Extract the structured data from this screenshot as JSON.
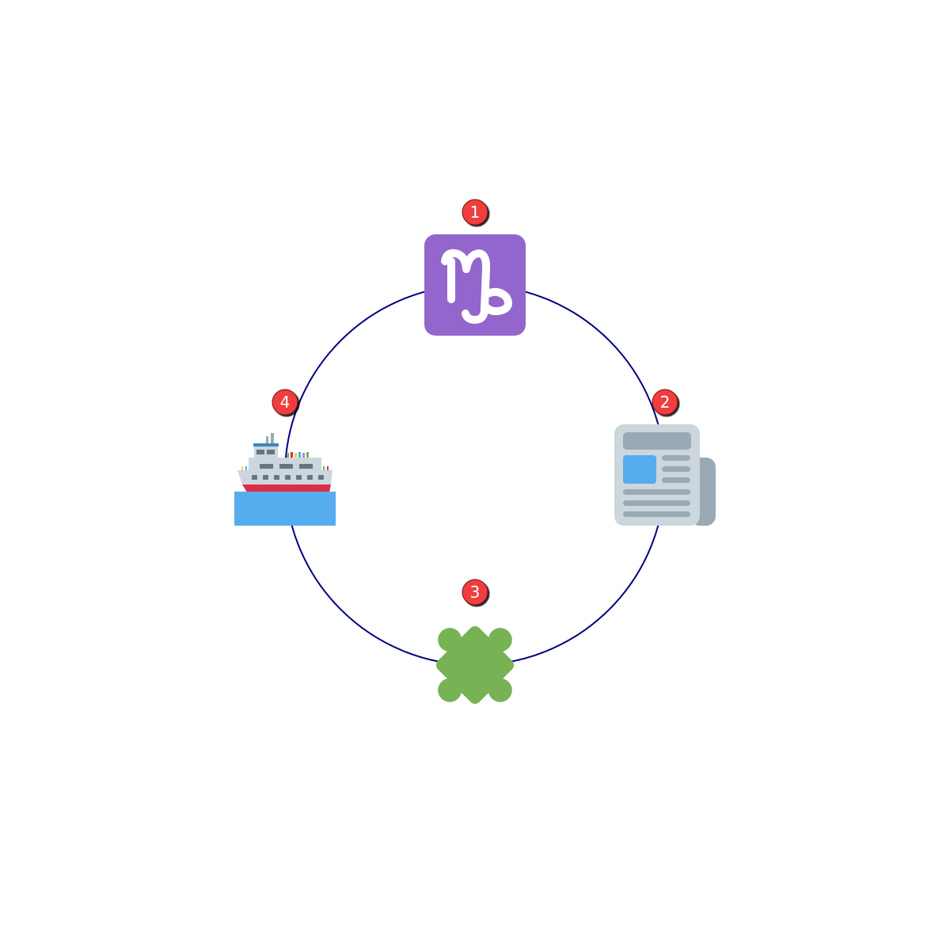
{
  "diagram": {
    "ring_color": "#000080",
    "badge_color": "#f03c3c",
    "nodes": [
      {
        "number": "1",
        "icon": "capricorn-icon",
        "color": "#9266cc"
      },
      {
        "number": "2",
        "icon": "newspaper-icon",
        "color": "#ccd6dd"
      },
      {
        "number": "3",
        "icon": "puzzle-piece-icon",
        "color": "#77b255"
      },
      {
        "number": "4",
        "icon": "ship-icon",
        "color": "#55acee"
      }
    ]
  }
}
